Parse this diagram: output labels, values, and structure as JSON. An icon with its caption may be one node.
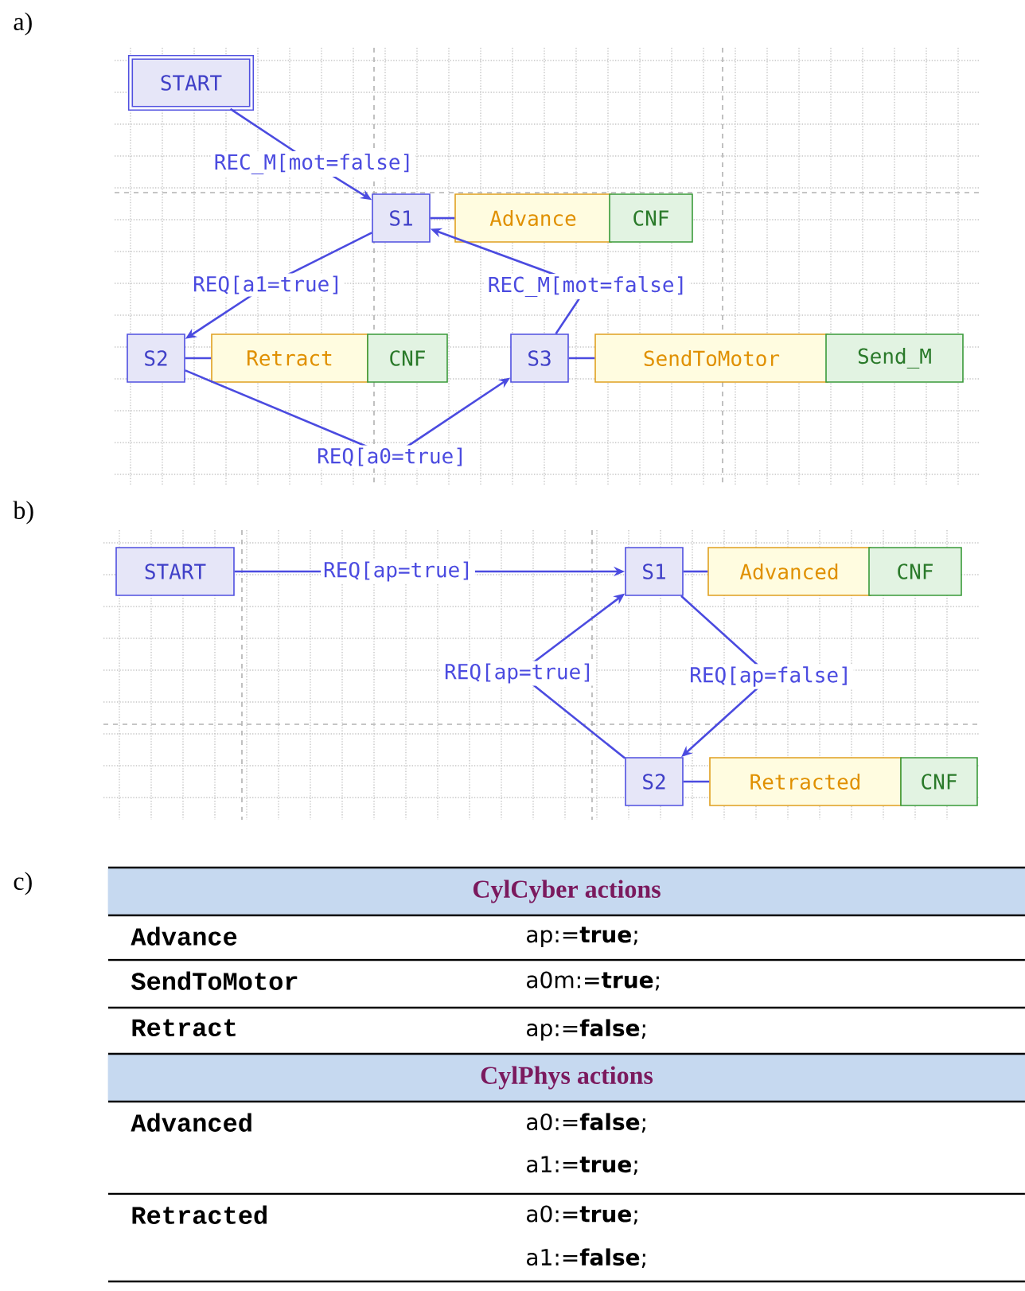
{
  "diagram": {
    "nodes": [
      {
        "text": [
          "START"
        ]
      },
      {
        "text": [
          "S1"
        ]
      },
      {
        "text": [
          "Advance"
        ]
      },
      {
        "text": [
          "CNF"
        ]
      },
      {
        "text": [
          "S2"
        ]
      },
      {
        "text": [
          "Retract"
        ]
      },
      {
        "text": [
          "CNF"
        ]
      },
      {
        "text": [
          "S3"
        ]
      },
      {
        "text": [
          "SendToMotor"
        ]
      },
      {
        "text": [
          "Send_M"
        ]
      },
      {
        "text": [
          "START"
        ]
      },
      {
        "text": [
          "S1"
        ]
      },
      {
        "text": [
          "Advanced"
        ]
      },
      {
        "text": [
          "CNF"
        ]
      },
      {
        "text": [
          "S2"
        ]
      },
      {
        "text": [
          "Retracted"
        ]
      },
      {
        "text": [
          "CNF"
        ]
      }
    ],
    "edges": [
      {
        "from": 0,
        "to": 1,
        "arrow": "to",
        "label": "REC_M[mot=false]"
      },
      {
        "from": 1,
        "to": 2,
        "arrow": "none"
      },
      {
        "from": 1,
        "to": 4,
        "arrow": "to",
        "label": "REQ[a1=true]"
      },
      {
        "from": 7,
        "to": 1,
        "arrow": "to",
        "label": "REC_M[mot=false]"
      },
      {
        "from": 4,
        "to": 5,
        "arrow": "none"
      },
      {
        "from": 4,
        "to": 7,
        "arrow": "to",
        "label": "REQ[a0=true]"
      },
      {
        "from": 7,
        "to": 8,
        "arrow": "none"
      },
      {
        "from": 10,
        "to": 11,
        "arrow": "to",
        "label": "REQ[ap=true]"
      },
      {
        "from": 11,
        "to": 12,
        "arrow": "none"
      },
      {
        "from": 14,
        "to": 11,
        "arrow": "to",
        "label": "REQ[ap=true]"
      },
      {
        "from": 11,
        "to": 14,
        "arrow": "to",
        "label": "REQ[ap=false]"
      },
      {
        "from": 14,
        "to": 15,
        "arrow": "none"
      }
    ],
    "labels": [
      "a)",
      "b)",
      "c)",
      "CylCyber actions",
      "Advance",
      "ap:=**true**;",
      "SendToMotor",
      "a0m:=**true**;",
      "Retract",
      "ap:=**false**;",
      "CylPhys actions",
      "Advanced",
      "a0:=**false**;",
      "a1:=**true**;",
      "Retracted",
      "a0:=**true**;",
      "a1:=**false**;"
    ]
  }
}
